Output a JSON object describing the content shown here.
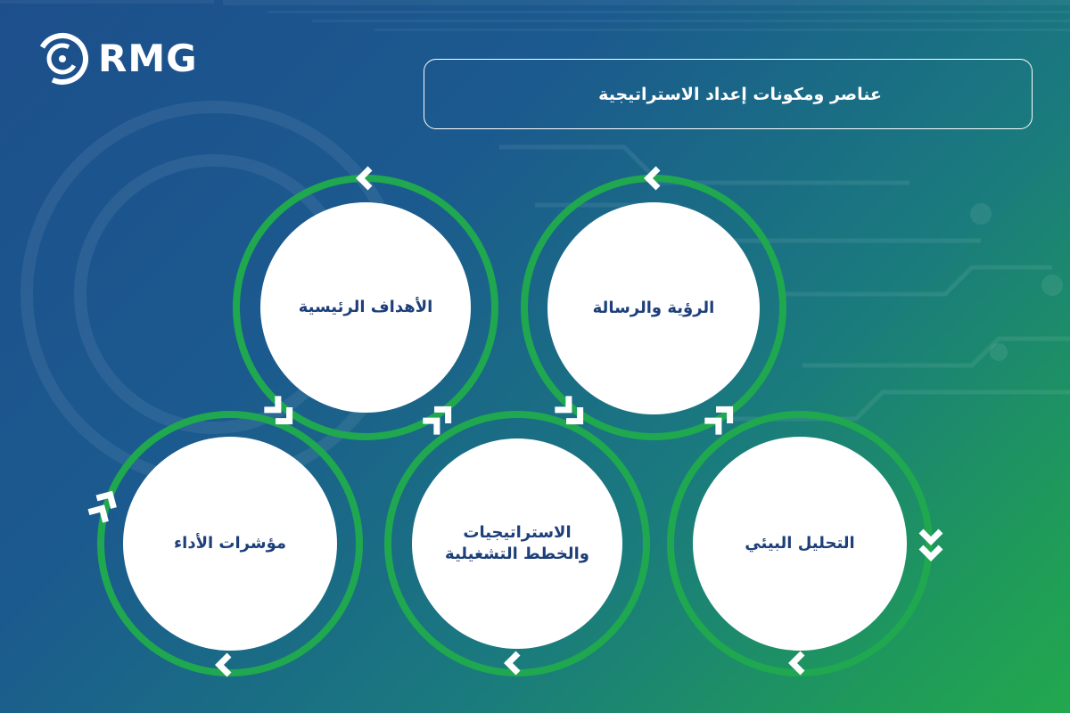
{
  "brand": {
    "name": "RMG"
  },
  "title": "عناصر ومكونات إعداد الاستراتيجية",
  "nodes": [
    {
      "id": "goals",
      "label": "الأهداف الرئيسية"
    },
    {
      "id": "vision",
      "label": "الرؤية والرسالة"
    },
    {
      "id": "kpi",
      "label": "مؤشرات الأداء"
    },
    {
      "id": "strategies",
      "label": "الاستراتيجيات والخطط التشغيلية"
    },
    {
      "id": "env",
      "label": "التحليل البيئي"
    }
  ],
  "colors": {
    "ring": "#1fa84f",
    "circle": "#ffffff",
    "label": "#1d3f7a",
    "chevron": "#ffffff"
  }
}
